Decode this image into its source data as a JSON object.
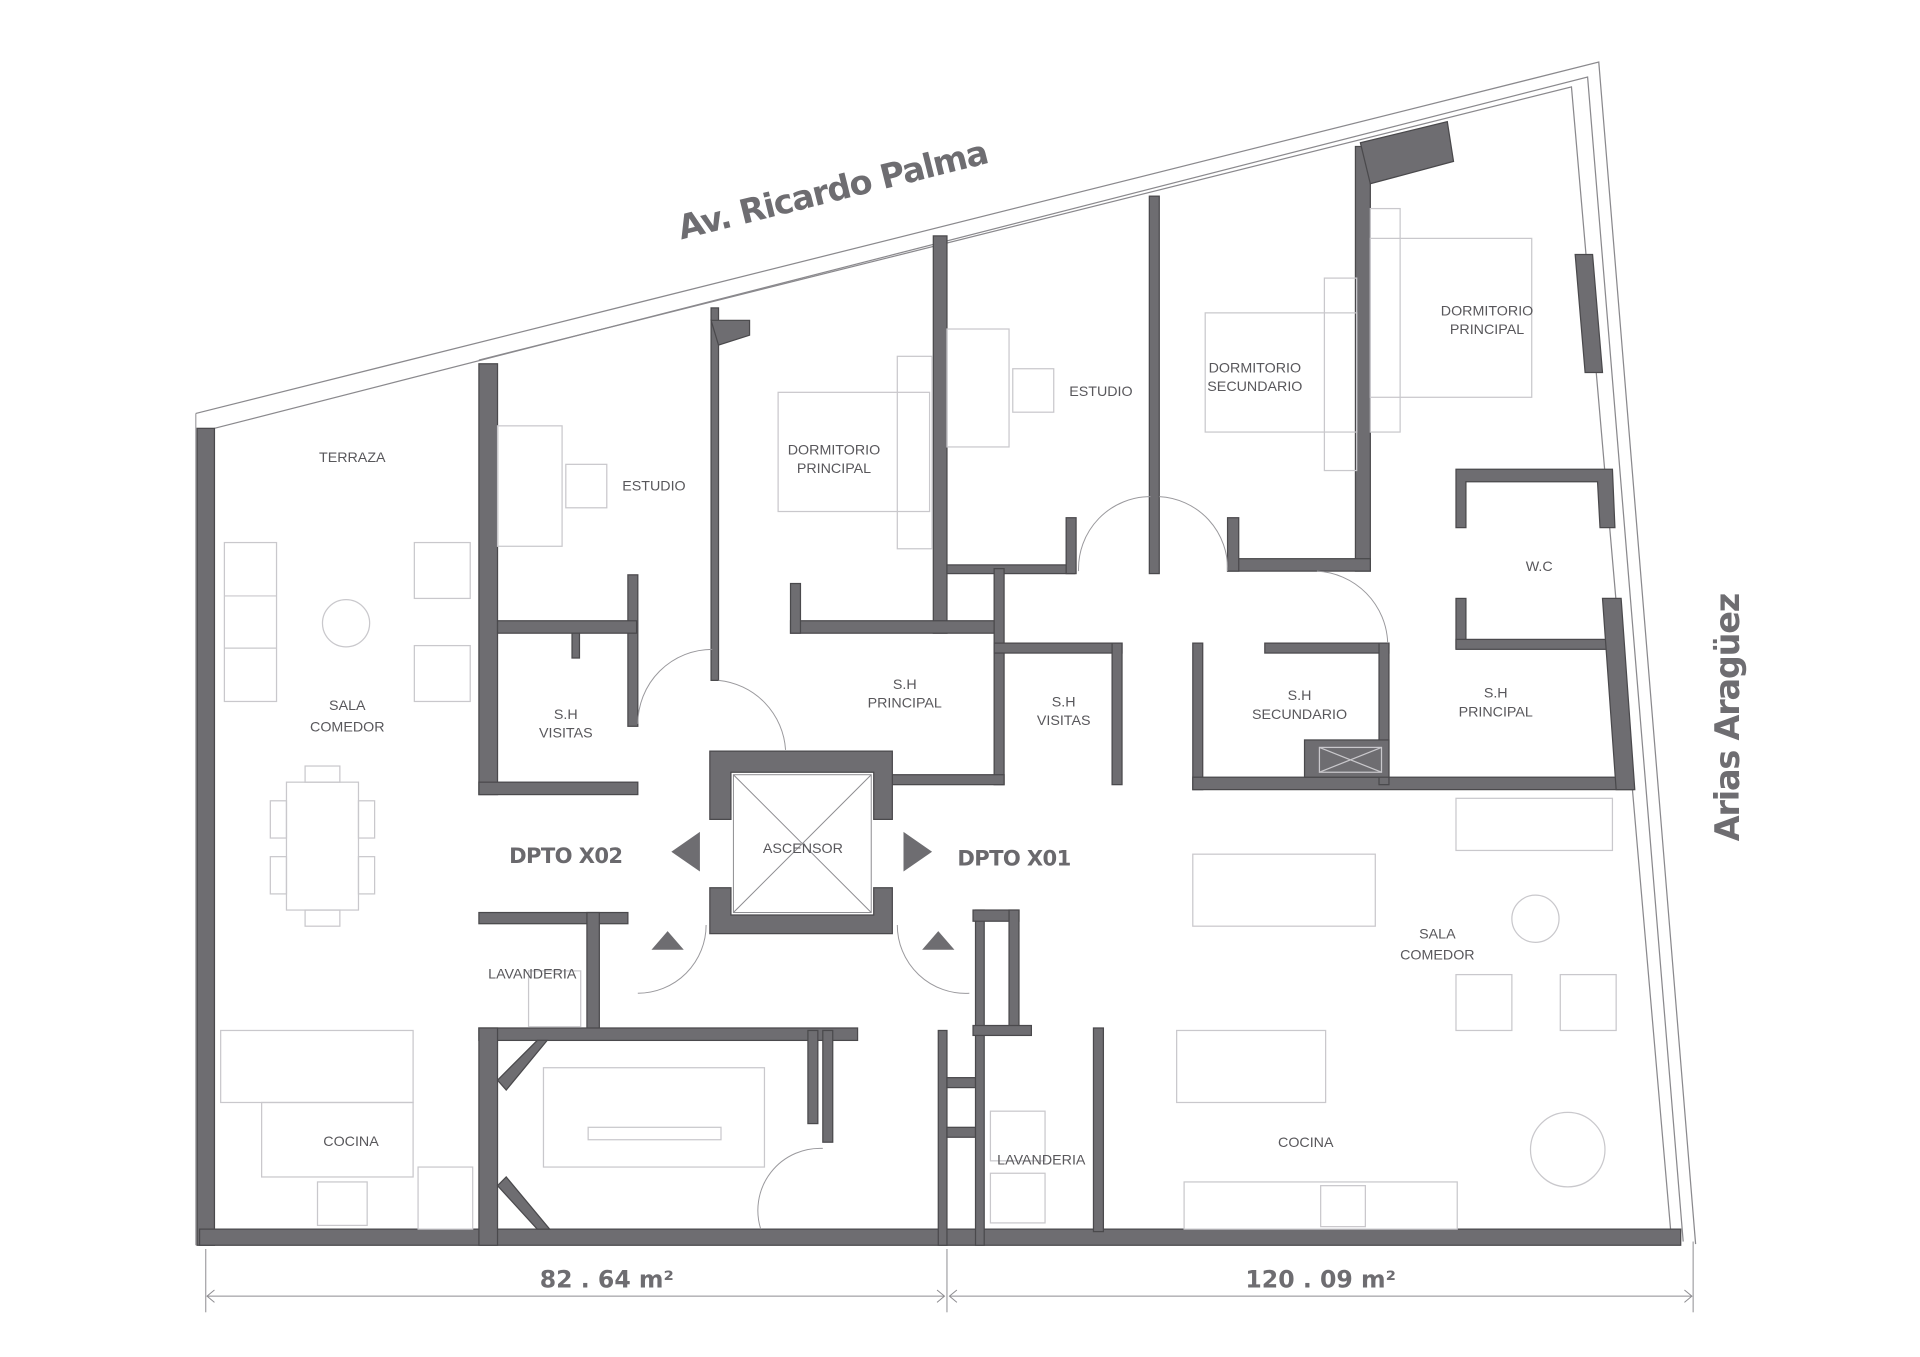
{
  "streets": {
    "north": "Av. Ricardo Palma",
    "east": "Arias Aragüez"
  },
  "units": {
    "left": "DPTO X02",
    "right": "DPTO X01"
  },
  "core": {
    "elevator": "ASCENSOR"
  },
  "areas": {
    "left": "82 . 64 m²",
    "right": "120 . 09 m²"
  },
  "rooms": {
    "terraza": "TERRAZA",
    "estudio_left": "ESTUDIO",
    "sala_left": [
      "SALA",
      "COMEDOR"
    ],
    "sh_visitas_left": [
      "S.H",
      "VISITAS"
    ],
    "dorm_principal_left": [
      "DORMITORIO",
      "PRINCIPAL"
    ],
    "sh_principal_left": [
      "S.H",
      "PRINCIPAL"
    ],
    "lavanderia_left": "LAVANDERIA",
    "cocina_left": "COCINA",
    "estudio_right": "ESTUDIO",
    "dorm_secundario": [
      "DORMITORIO",
      "SECUNDARIO"
    ],
    "dorm_principal_right": [
      "DORMITORIO",
      "PRINCIPAL"
    ],
    "wc": "W.C",
    "sh_visitas_right": [
      "S.H",
      "VISITAS"
    ],
    "sh_secundario": [
      "S.H",
      "SECUNDARIO"
    ],
    "sh_principal_right": [
      "S.H",
      "PRINCIPAL"
    ],
    "sala_right": [
      "SALA",
      "COMEDOR"
    ],
    "lavanderia_right": "LAVANDERIA",
    "cocina_right": "COCINA"
  },
  "colors": {
    "wall": "#6e6d71",
    "text": "#58575b",
    "furniture": "#c9c8cc"
  }
}
